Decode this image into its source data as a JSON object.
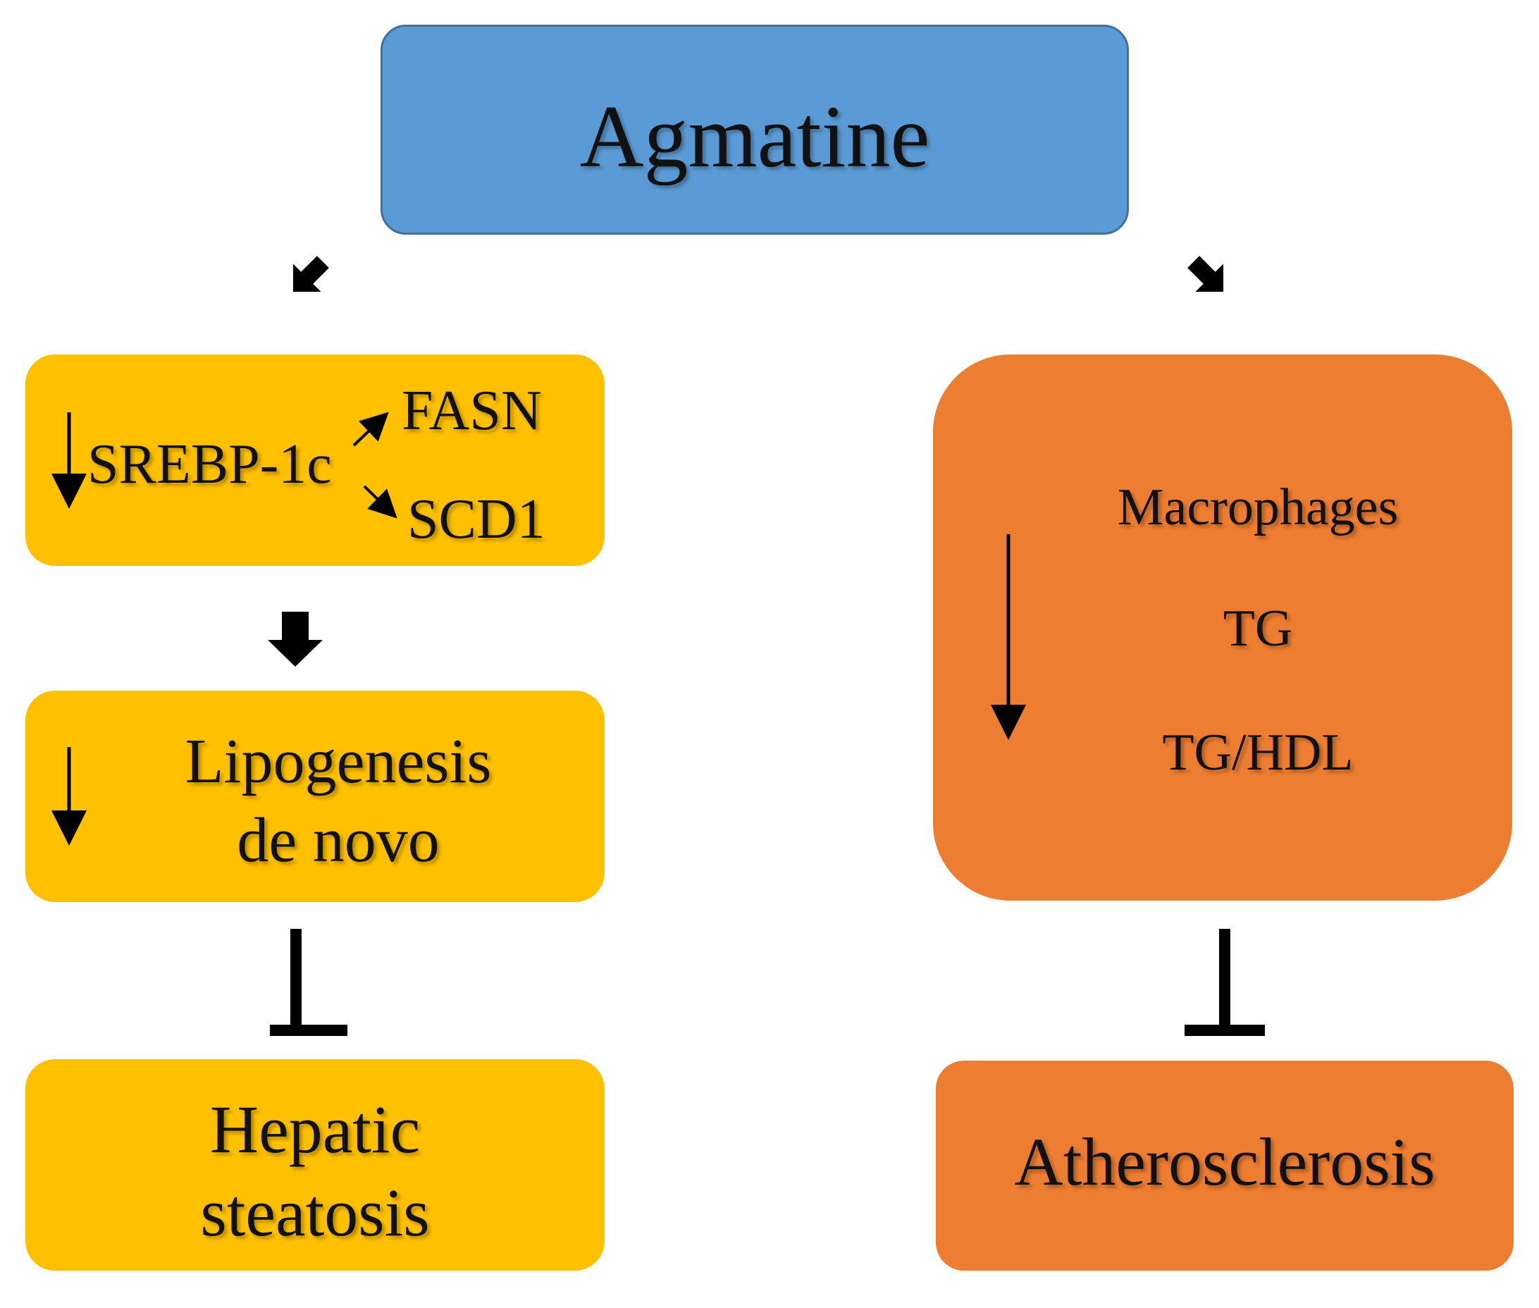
{
  "top": {
    "label": "Agmatine",
    "color": "#5b9bd5"
  },
  "left_branch": {
    "color": "#ffc000",
    "box1": {
      "main": "SREBP-1c",
      "target_up": "FASN",
      "target_down": "SCD1"
    },
    "box2": {
      "line1": "Lipogenesis",
      "line2": "de novo"
    },
    "box3": {
      "line1": "Hepatic",
      "line2": "steatosis"
    }
  },
  "right_branch": {
    "color": "#ed7d31",
    "box1": {
      "items": [
        "Macrophages",
        "TG",
        "TG/HDL"
      ]
    },
    "box2": {
      "label": "Atherosclerosis"
    }
  },
  "icons": [
    "down-arrow-icon",
    "diagonal-arrow-icon",
    "inhibition-icon"
  ]
}
